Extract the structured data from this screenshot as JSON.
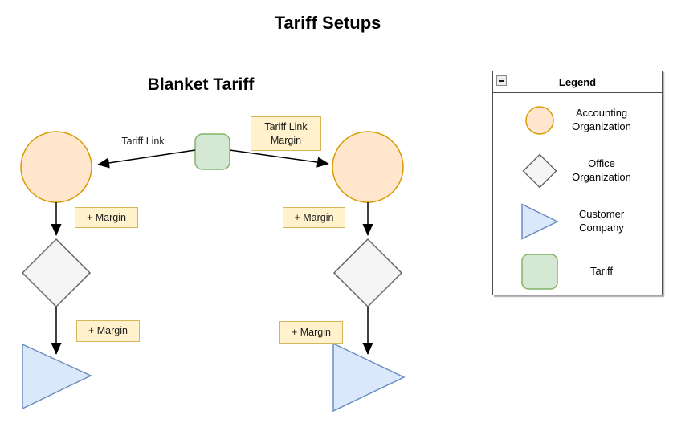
{
  "page": {
    "title": "Tariff Setups"
  },
  "diagram": {
    "subtitle": "Blanket Tariff",
    "edge_labels": {
      "tariff_link": "Tariff Link",
      "tariff_link_margin": "Tariff Link Margin",
      "margin": "+ Margin"
    }
  },
  "legend": {
    "title": "Legend",
    "collapse_icon": "minus-icon",
    "items": [
      {
        "icon": "circle-icon",
        "label": "Accounting Organization"
      },
      {
        "icon": "diamond-icon",
        "label": "Office Organization"
      },
      {
        "icon": "triangle-icon",
        "label": "Customer Company"
      },
      {
        "icon": "rounded-square-icon",
        "label": "Tariff"
      }
    ]
  },
  "colors": {
    "accounting_fill": "#FFE6CC",
    "accounting_stroke": "#D79B00",
    "office_fill": "#F5F5F5",
    "office_stroke": "#666666",
    "customer_fill": "#DAE8FC",
    "customer_stroke": "#6C8EBF",
    "tariff_fill": "#D5E8D4",
    "tariff_stroke": "#82B366",
    "edge_label_fill": "#FFF2CC",
    "edge_label_stroke": "#D6B656",
    "arrow": "#000000"
  }
}
